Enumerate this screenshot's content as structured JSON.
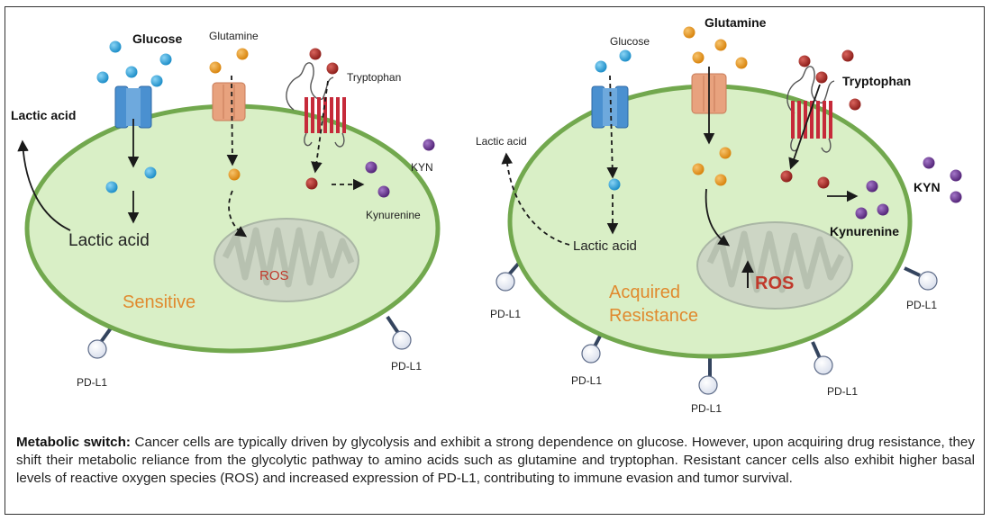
{
  "left_cell": {
    "state_label": "Sensitive",
    "glucose": "Glucose",
    "glutamine": "Glutamine",
    "tryptophan": "Tryptophan",
    "lactic_acid_out": "Lactic acid",
    "lactic_acid_in": "Lactic acid",
    "ros": "ROS",
    "kyn": "KYN",
    "kynurenine": "Kynurenine",
    "pdl1": [
      "PD-L1",
      "PD-L1"
    ]
  },
  "right_cell": {
    "state_label_line1": "Acquired",
    "state_label_line2": "Resistance",
    "glucose": "Glucose",
    "glutamine": "Glutamine",
    "tryptophan": "Tryptophan",
    "lactic_acid_out": "Lactic acid",
    "lactic_acid_in": "Lactic acid",
    "ros": "ROS",
    "kyn": "KYN",
    "kynurenine": "Kynurenine",
    "pdl1": [
      "PD-L1",
      "PD-L1",
      "PD-L1",
      "PD-L1",
      "PD-L1"
    ]
  },
  "caption": {
    "heading": "Metabolic switch:",
    "body": "Cancer cells are typically driven by glycolysis and exhibit a strong dependence on glucose. However, upon acquiring drug resistance, they shift their metabolic reliance from the glycolytic pathway to amino acids such as glutamine and tryptophan. Resistant cancer cells also exhibit higher basal levels of reactive oxygen species (ROS) and increased expression of PD-L1, contributing to immune evasion and tumor survival."
  },
  "colors": {
    "cell_fill": "#d9efc6",
    "cell_stroke": "#72a84e",
    "glucose": "#2a9fd6",
    "glutamine": "#e39420",
    "tryptophan": "#a52a25",
    "kynurenine": "#6a3591",
    "glut_channel": "#4a90d0",
    "gln_channel": "#e8a27e",
    "trp_transporter": "#c62a3a",
    "state_label": "#e08a2e",
    "ros": "#c0392b",
    "pdl1_stem": "#34445e"
  }
}
